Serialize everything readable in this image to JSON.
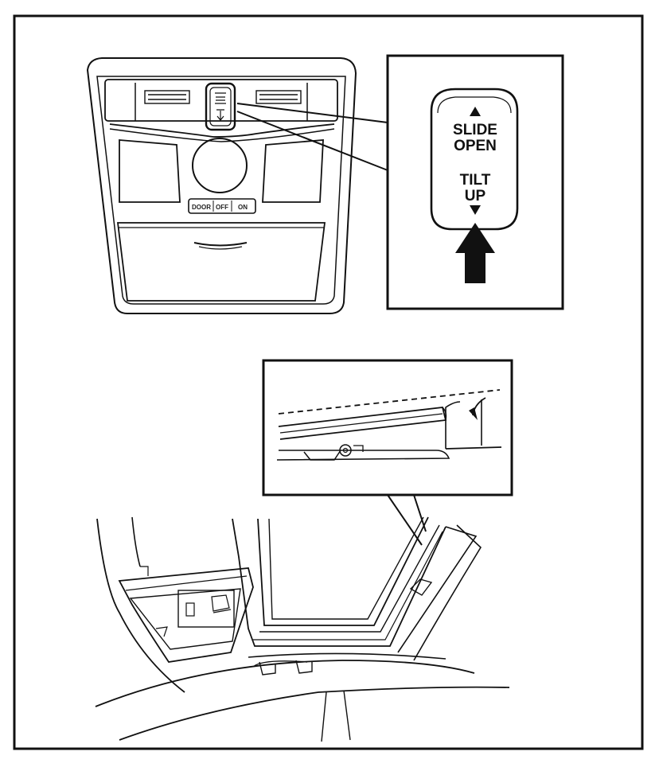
{
  "callout_switch": {
    "slide_open_line1": "SLIDE",
    "slide_open_line2": "OPEN",
    "tilt_up_line1": "TILT",
    "tilt_up_line2": "UP"
  },
  "console_panel": {
    "switch_left": "DOOR",
    "switch_mid": "OFF",
    "switch_right": "ON"
  },
  "colors": {
    "line": "#111111",
    "background": "#ffffff"
  },
  "icons": [
    "up-triangle-icon",
    "down-triangle-icon",
    "up-arrow-icon",
    "tilt-arrow-icon"
  ]
}
